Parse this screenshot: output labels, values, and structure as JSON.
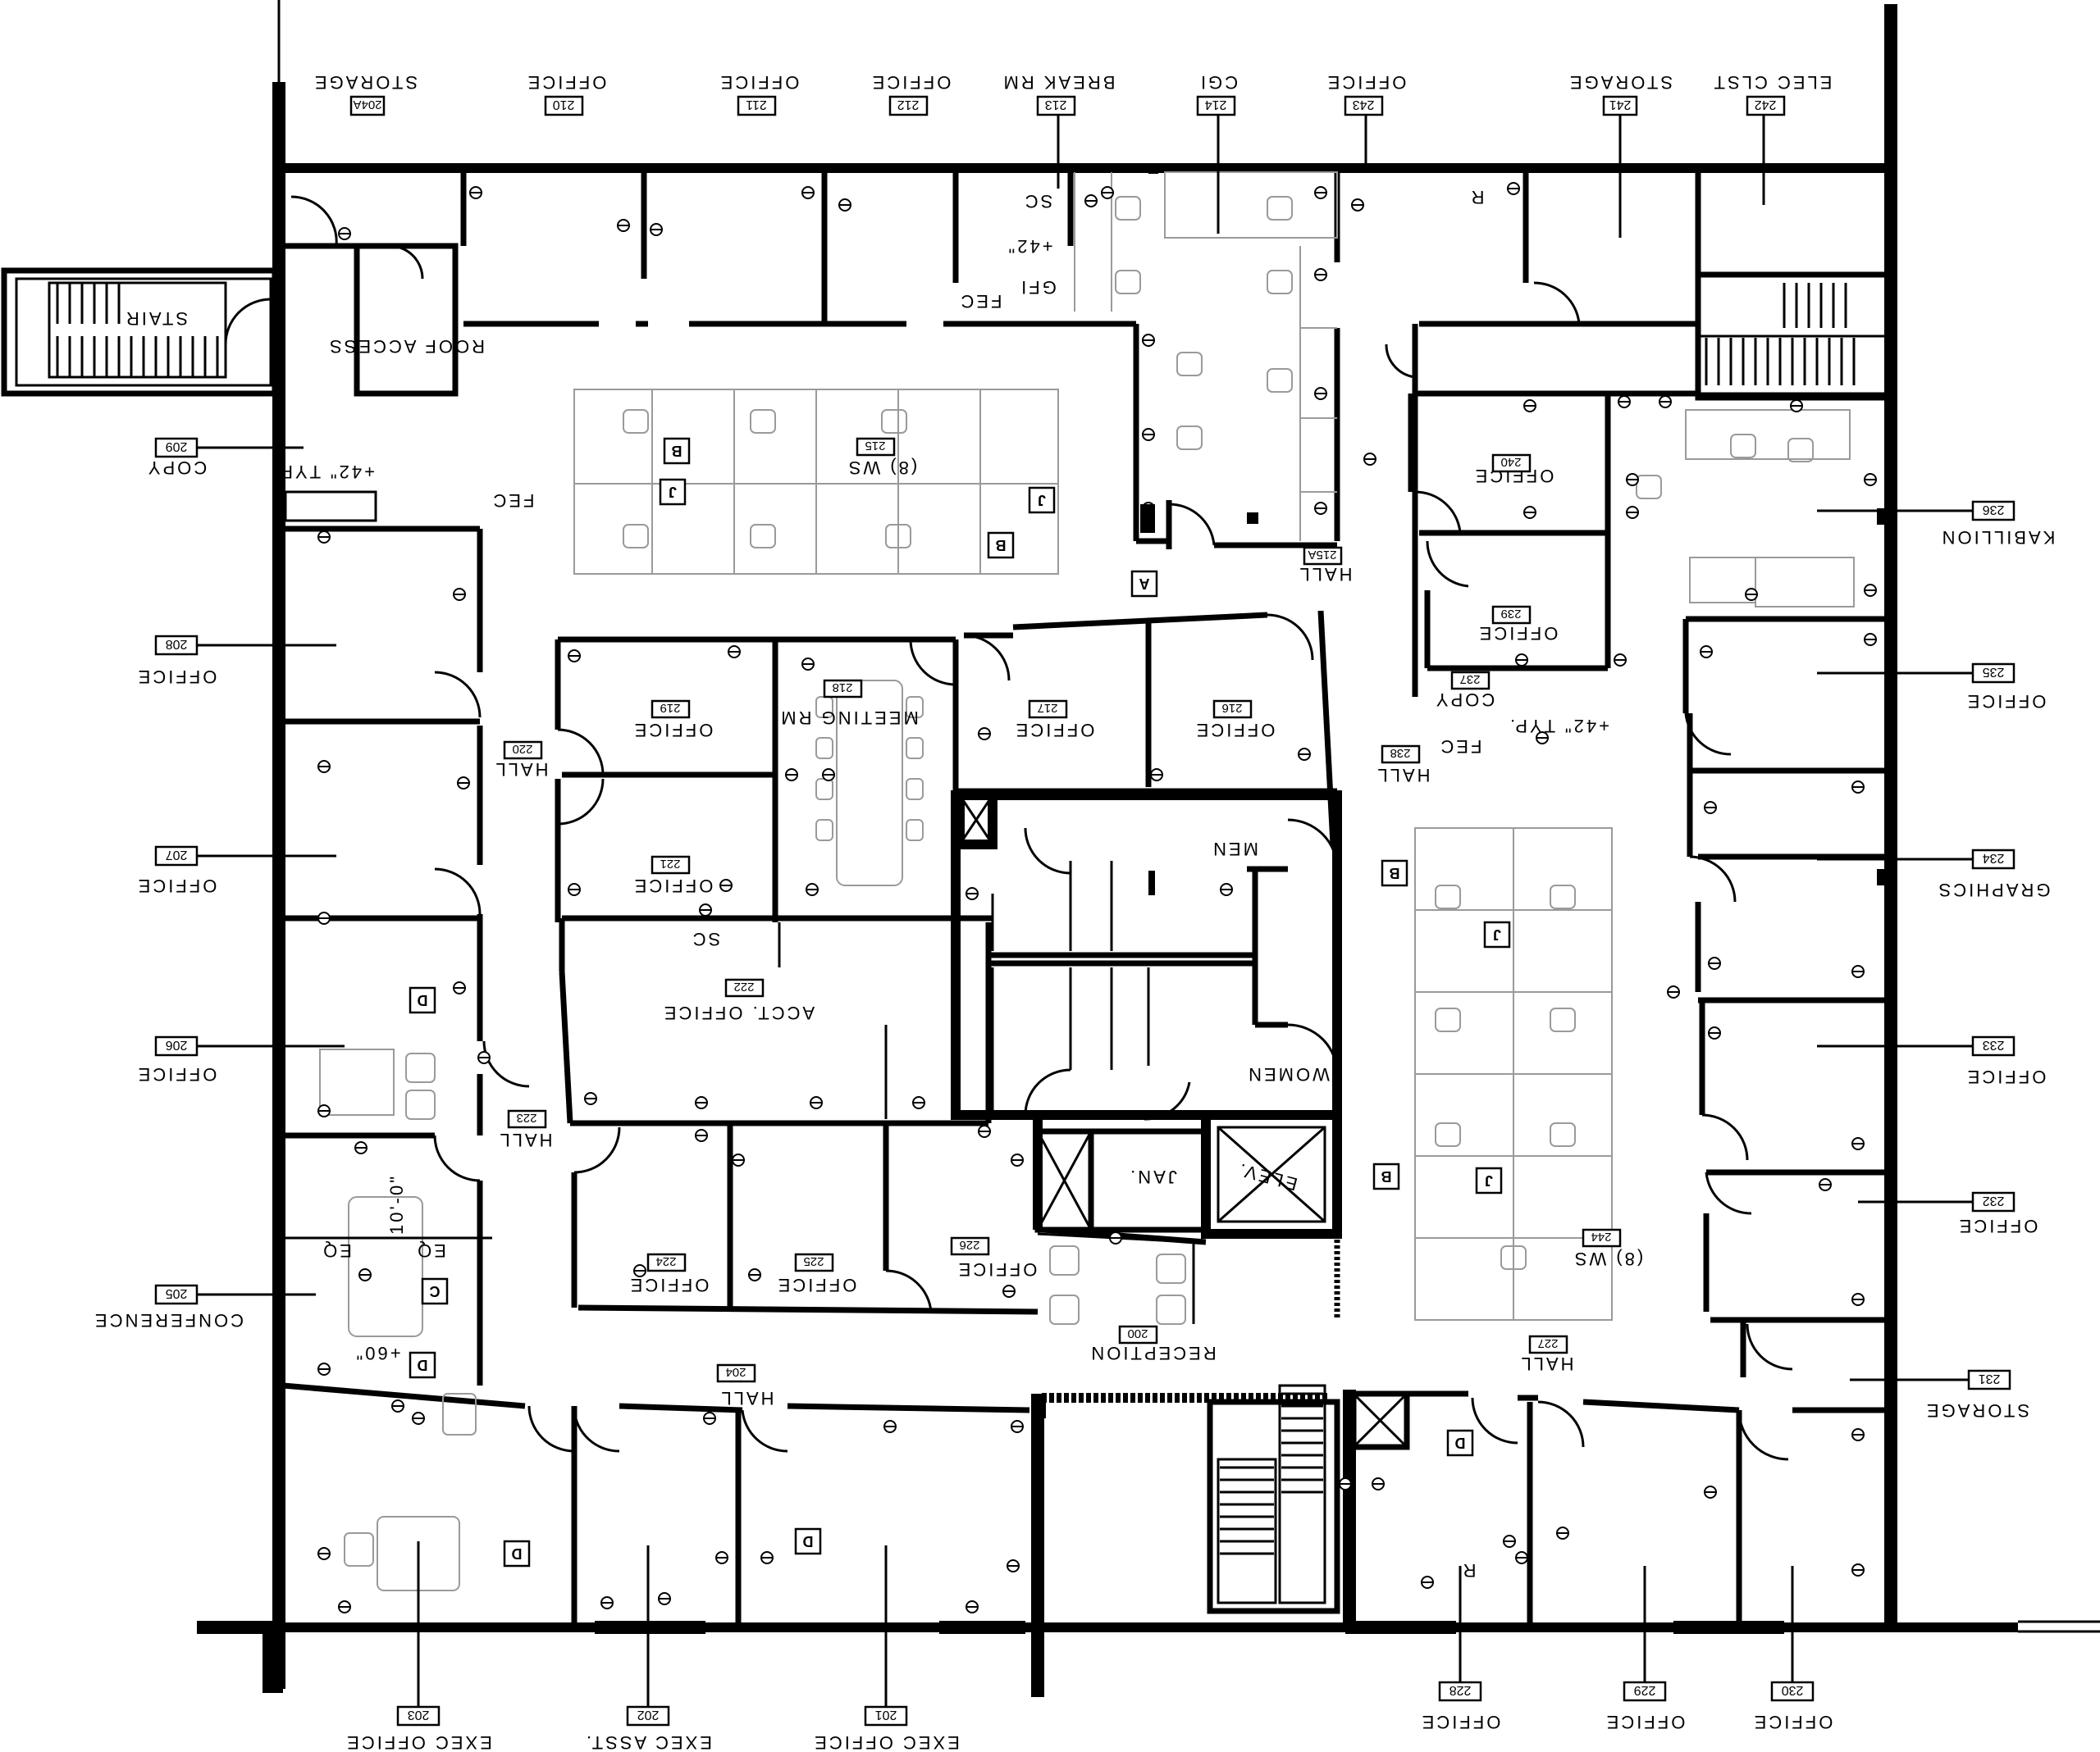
{
  "drawing": {
    "orientation": "rotated 180 degrees (text reads upside-down)",
    "rooms": [
      {
        "id": "r204a",
        "name": "STORAGE",
        "number": "204A"
      },
      {
        "id": "r210",
        "name": "OFFICE",
        "number": "210"
      },
      {
        "id": "r211",
        "name": "OFFICE",
        "number": "211"
      },
      {
        "id": "r212",
        "name": "OFFICE",
        "number": "212"
      },
      {
        "id": "r213",
        "name": "BREAK RM",
        "number": "213"
      },
      {
        "id": "r214",
        "name": "CGI",
        "number": "214"
      },
      {
        "id": "r243",
        "name": "OFFICE",
        "number": "243"
      },
      {
        "id": "r241",
        "name": "STORAGE",
        "number": "241"
      },
      {
        "id": "r242",
        "name": "ELEC CLST",
        "number": "242"
      },
      {
        "id": "r209",
        "name": "COPY",
        "number": "209"
      },
      {
        "id": "r208",
        "name": "OFFICE",
        "number": "208"
      },
      {
        "id": "r207",
        "name": "OFFICE",
        "number": "207"
      },
      {
        "id": "r206",
        "name": "OFFICE",
        "number": "206"
      },
      {
        "id": "r205",
        "name": "CONFERENCE",
        "number": "205"
      },
      {
        "id": "r203",
        "name": "EXEC OFFICE",
        "number": "203"
      },
      {
        "id": "r202",
        "name": "EXEC ASST.",
        "number": "202"
      },
      {
        "id": "r201",
        "name": "EXEC OFFICE",
        "number": "201"
      },
      {
        "id": "r228",
        "name": "OFFICE",
        "number": "228"
      },
      {
        "id": "r229",
        "name": "OFFICE",
        "number": "229"
      },
      {
        "id": "r230",
        "name": "OFFICE",
        "number": "230"
      },
      {
        "id": "r231",
        "name": "STORAGE",
        "number": "231"
      },
      {
        "id": "r232",
        "name": "OFFICE",
        "number": "232"
      },
      {
        "id": "r233",
        "name": "OFFICE",
        "number": "233"
      },
      {
        "id": "r234",
        "name": "GRAPHICS",
        "number": "234"
      },
      {
        "id": "r235",
        "name": "OFFICE",
        "number": "235"
      },
      {
        "id": "r236",
        "name": "KABILLION",
        "number": "236"
      }
    ],
    "interior_labels": [
      {
        "id": "i215",
        "name": "(8) WS",
        "number": "215"
      },
      {
        "id": "i219",
        "name": "OFFICE",
        "number": "219"
      },
      {
        "id": "i218",
        "name": "MEETING RM.",
        "number": "218"
      },
      {
        "id": "i217",
        "name": "OFFICE",
        "number": "217"
      },
      {
        "id": "i216",
        "name": "OFFICE",
        "number": "216"
      },
      {
        "id": "i221",
        "name": "OFFICE",
        "number": "221"
      },
      {
        "id": "i222",
        "name": "ACCT. OFFICE",
        "number": "222"
      },
      {
        "id": "i224",
        "name": "OFFICE",
        "number": "224"
      },
      {
        "id": "i225",
        "name": "OFFICE",
        "number": "225"
      },
      {
        "id": "i226",
        "name": "OFFICE",
        "number": "226"
      },
      {
        "id": "i200",
        "name": "RECEPTION",
        "number": "200"
      },
      {
        "id": "i244",
        "name": "(8) WS",
        "number": "244"
      },
      {
        "id": "i240",
        "name": "OFFICE",
        "number": "240"
      },
      {
        "id": "i239",
        "name": "OFFICE",
        "number": "239"
      },
      {
        "id": "i237",
        "name": "COPY",
        "number": "237"
      },
      {
        "id": "i220",
        "name": "HALL",
        "number": "220"
      },
      {
        "id": "i223",
        "name": "HALL",
        "number": "223"
      },
      {
        "id": "i204",
        "name": "HALL",
        "number": "204"
      },
      {
        "id": "i227",
        "name": "HALL",
        "number": "227"
      },
      {
        "id": "i238",
        "name": "HALL",
        "number": "238"
      },
      {
        "id": "i215a",
        "name": "HALL",
        "number": "215A"
      }
    ],
    "fixtures": {
      "stair": "STAIR",
      "roof_access": "ROOF ACCESS",
      "men": "MEN",
      "women": "WOMEN",
      "jan": "JAN.",
      "elev": "ELEV.",
      "fec": "FEC",
      "typ42": "+42\" TYP.",
      "plus42": "+42\"",
      "plus60": "+60\"",
      "gfi": "GFI",
      "sc": "SC",
      "dim": "10'-0\"",
      "r": "R",
      "eq": "EQ"
    },
    "symbol_letters": {
      "a": "A",
      "b": "B",
      "c": "C",
      "d": "D",
      "j": "J"
    }
  }
}
